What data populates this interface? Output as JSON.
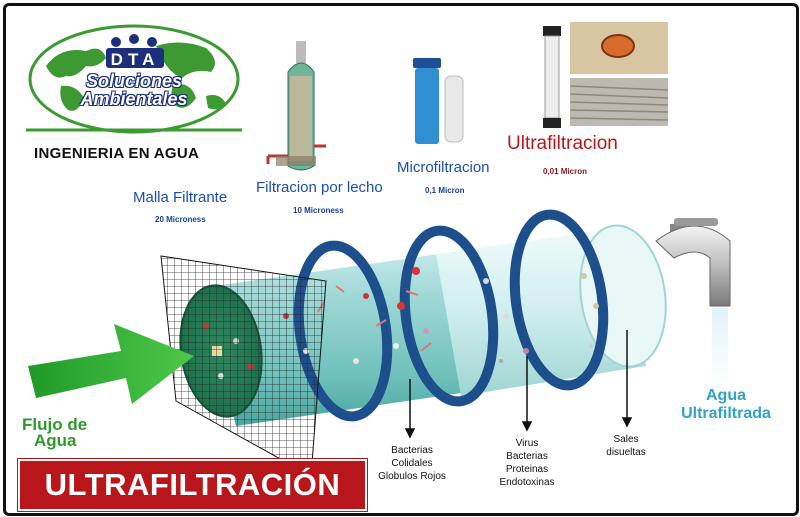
{
  "logo": {
    "letters": [
      "D",
      "T",
      "A"
    ],
    "line1": "Soluciones",
    "line2": "Ambientales",
    "tagline": "INGENIERIA EN AGUA"
  },
  "stages": {
    "malla": {
      "label": "Malla Filtrante",
      "micron": "20 Microness"
    },
    "lecho": {
      "label": "Filtracion por lecho",
      "micron": "10 Microness"
    },
    "micro": {
      "label": "Microfiltracion",
      "micron": "0,1 Micron"
    },
    "ultra": {
      "label": "Ultrafiltracion",
      "micron": "0,01 Micron"
    }
  },
  "removed": {
    "micro": [
      "Bacterias",
      "Colidales",
      "Globulos Rojos"
    ],
    "ultra": [
      "Virus",
      "Bacterias",
      "Proteinas",
      "Endotoxinas"
    ],
    "final": [
      "Sales",
      "disueltas"
    ]
  },
  "flow_in": [
    "Flujo de",
    "Agua"
  ],
  "flow_out": [
    "Agua",
    "Ultrafiltrada"
  ],
  "banner": "ULTRAFILTRACIÓN",
  "colors": {
    "banner_red": "#b8161b",
    "title_red": "#b8161b",
    "label_blue": "#1a4fb0",
    "arrow_green": "#2fae2f",
    "ring_blue": "#1c4f8c",
    "logo_green": "#3d9a32",
    "logo_blue": "#1b2f7a"
  }
}
